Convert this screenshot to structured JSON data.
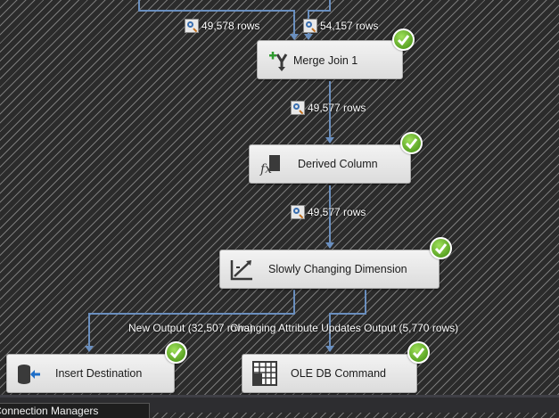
{
  "tasks": {
    "merge_join": {
      "label": "Merge Join 1",
      "icon": "merge-join-icon"
    },
    "derived_column": {
      "label": "Derived Column",
      "icon": "derived-column-icon"
    },
    "scd": {
      "label": "Slowly Changing Dimension",
      "icon": "slowly-changing-dimension-icon"
    },
    "insert_destination": {
      "label": "Insert Destination",
      "icon": "database-destination-icon"
    },
    "ole_db_command": {
      "label": "OLE DB Command",
      "icon": "ole-db-command-icon"
    }
  },
  "row_counts": {
    "left_input": "49,578 rows",
    "right_input": "54,157 rows",
    "merge_to_derived": "49,577 rows",
    "derived_to_scd": "49,577 rows"
  },
  "path_labels": {
    "new_output": "New Output (32,507 rows)",
    "changing_output": "Changing Attribute Updates Output (5,770 rows)"
  },
  "bottom": {
    "tab_label": "Connection Managers"
  },
  "colors": {
    "wire": "#6a8fbf",
    "status_ok": "#5aa324",
    "canvas_stripe": "#7a7a7a"
  }
}
